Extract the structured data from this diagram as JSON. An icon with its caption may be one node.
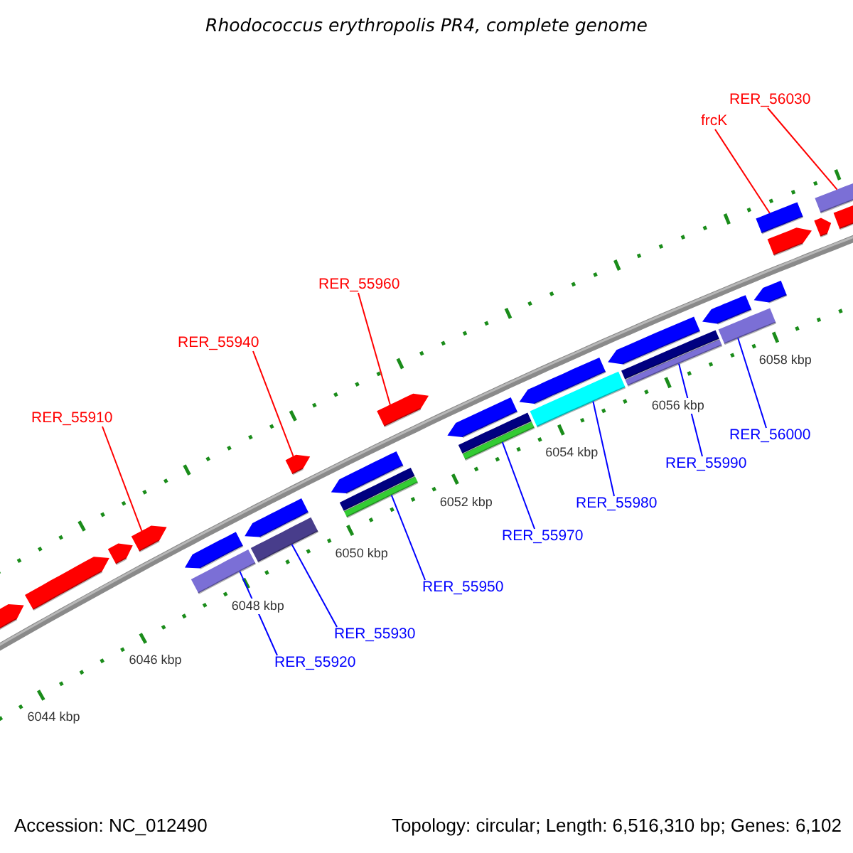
{
  "diagram": {
    "title": "Rhodococcus erythropolis PR4, complete genome",
    "nodes": [
      {
        "text": [
          "RER_55910"
        ]
      },
      {
        "text": [
          "RER_55940"
        ]
      },
      {
        "text": [
          "RER_55960"
        ]
      },
      {
        "text": [
          "frcK"
        ]
      },
      {
        "text": [
          "RER_56030"
        ]
      },
      {
        "text": [
          "RER_56000"
        ]
      },
      {
        "text": [
          "RER_55990"
        ]
      },
      {
        "text": [
          "RER_55980"
        ]
      },
      {
        "text": [
          "RER_55970"
        ]
      },
      {
        "text": [
          "RER_55950"
        ]
      },
      {
        "text": [
          "RER_55930"
        ]
      },
      {
        "text": [
          "RER_55920"
        ]
      },
      {
        "text": [],
        "shape": "bar"
      },
      {
        "text": [],
        "shape": "bar"
      },
      {
        "text": [],
        "shape": "pentagon"
      },
      {
        "text": [],
        "shape": "pentagon"
      },
      {
        "text": [],
        "shape": "pentagon"
      },
      {
        "text": [],
        "shape": "bar"
      },
      {
        "text": [],
        "shape": "bar"
      },
      {
        "text": [],
        "shape": "bar"
      },
      {
        "text": [],
        "shape": "bar"
      },
      {
        "text": [],
        "shape": "bar"
      },
      {
        "text": [],
        "shape": "bar"
      },
      {
        "text": [],
        "shape": "bar"
      },
      {
        "text": [],
        "shape": "pentagon"
      },
      {
        "text": [],
        "shape": "pentagon"
      },
      {
        "text": [],
        "shape": "pentagon"
      },
      {
        "text": [],
        "shape": "pentagon"
      },
      {
        "text": [],
        "shape": "pentagon"
      },
      {
        "text": [],
        "shape": "pentagon"
      },
      {
        "text": [],
        "shape": "pentagon"
      },
      {
        "text": [],
        "shape": "pentagon"
      },
      {
        "text": [],
        "shape": "pentagon"
      },
      {
        "text": [],
        "shape": "pentagon"
      },
      {
        "text": [],
        "shape": "pentagon"
      },
      {
        "text": [],
        "shape": "pentagon"
      },
      {
        "text": [],
        "shape": "pentagon"
      },
      {
        "text": [],
        "shape": "pentagon"
      },
      {
        "text": [],
        "shape": "bar"
      },
      {
        "text": [],
        "shape": "bar"
      },
      {
        "text": [],
        "shape": "bar"
      }
    ],
    "edges": [
      {
        "from": 0,
        "to": 16,
        "arrow": "none",
        "color": "#ff0000"
      },
      {
        "from": 1,
        "to": 15,
        "arrow": "none",
        "color": "#ff0000"
      },
      {
        "from": 2,
        "to": 14,
        "arrow": "none",
        "color": "#ff0000"
      },
      {
        "from": 3,
        "to": 13,
        "arrow": "none",
        "color": "#ff0000"
      },
      {
        "from": 4,
        "to": 12,
        "arrow": "none",
        "color": "#ff0000"
      },
      {
        "from": 5,
        "to": 17,
        "arrow": "none"
      },
      {
        "from": 6,
        "to": 18,
        "arrow": "none"
      },
      {
        "from": 7,
        "to": 19,
        "arrow": "none"
      },
      {
        "from": 8,
        "to": 20,
        "arrow": "none"
      },
      {
        "from": 9,
        "to": 21,
        "arrow": "none"
      },
      {
        "from": 10,
        "to": 22,
        "arrow": "none"
      },
      {
        "from": 11,
        "to": 23,
        "arrow": "none"
      }
    ],
    "labels": [
      "6058 kbp",
      "6056 kbp",
      "6054 kbp",
      "6052 kbp",
      "6050 kbp",
      "6048 kbp",
      "6046 kbp",
      "6044 kbp",
      "Accession: NC_012490",
      "Topology: circular; Length: 6,516,310 bp; Genes: 6,102"
    ]
  }
}
